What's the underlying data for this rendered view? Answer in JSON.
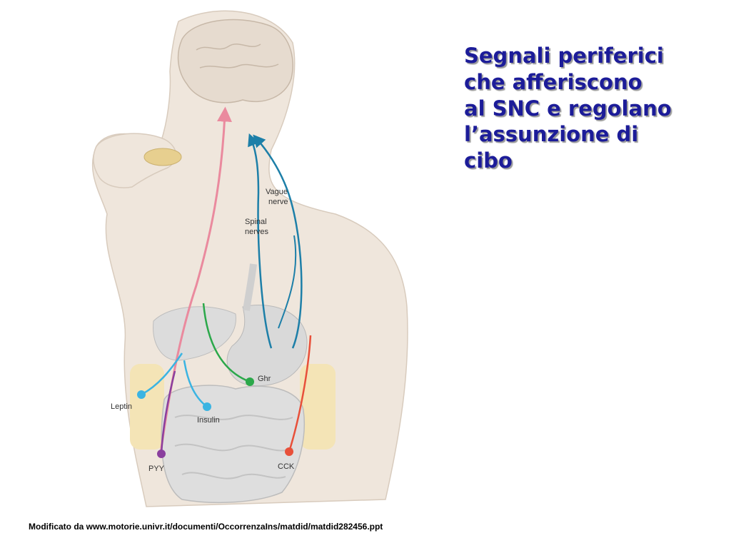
{
  "title": {
    "lines": [
      "Segnali periferici",
      "che afferiscono",
      "al SNC e regolano",
      "l’assunzione di",
      "cibo"
    ]
  },
  "footnote": "Modificato da www.motorie.univr.it/documenti/OccorrenzaIns/matdid/matdid282456.ppt",
  "diagram": {
    "labels": {
      "vague_nerve": [
        "Vague",
        "nerve"
      ],
      "spinal_nerves": [
        "Spinal",
        "nerves"
      ],
      "ghr": "Ghr",
      "leptin": "Leptin",
      "insulin": "Insulin",
      "pyy": "PYY",
      "cck": "CCK"
    },
    "colors": {
      "leptin": "#3bb4e2",
      "insulin": "#3bb4e2",
      "pyy": "#8a3f9e",
      "ghr": "#2ba84a",
      "cck": "#e8503a",
      "main_pathway": "#ea8a9e",
      "nerves": "#1d7fa8",
      "title": "#1c1c99"
    }
  }
}
